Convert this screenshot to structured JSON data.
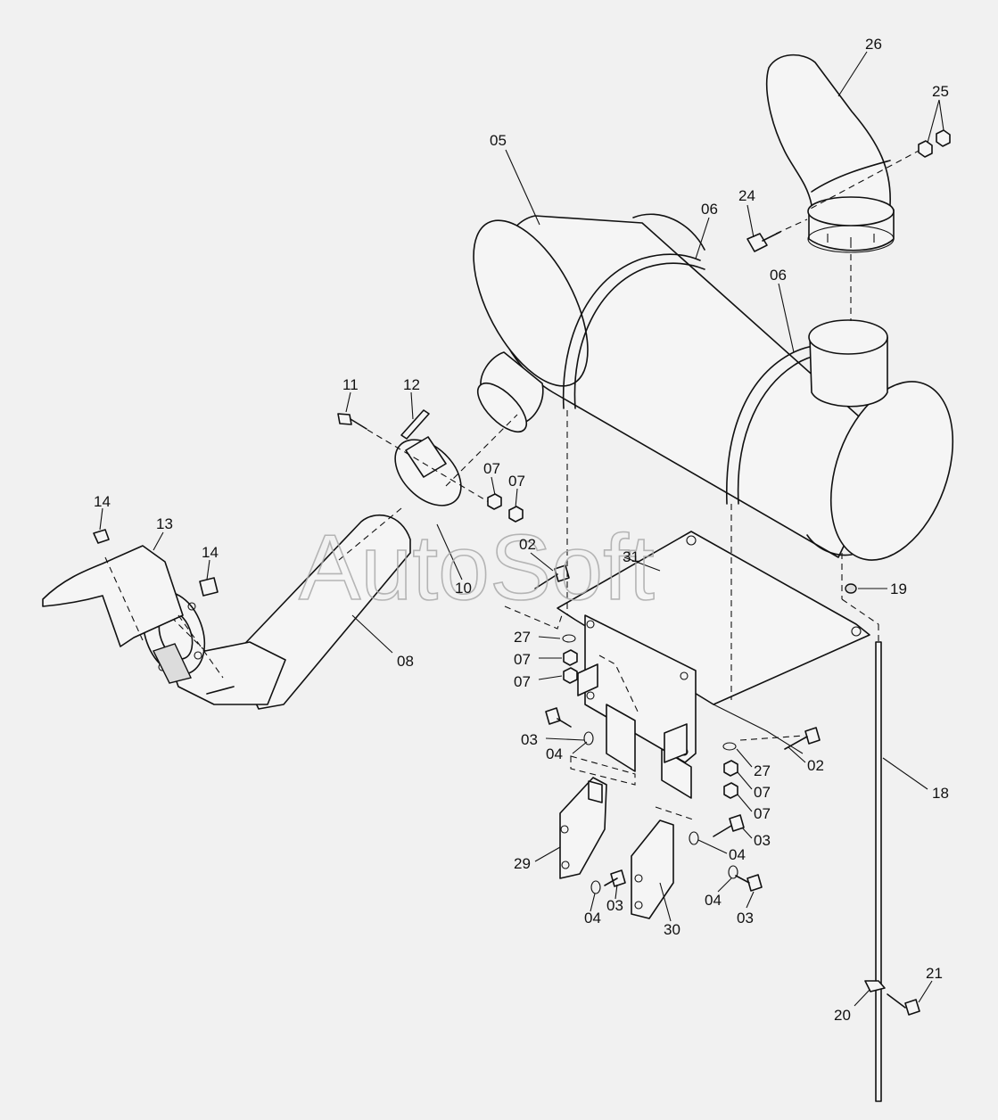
{
  "watermark": "AutoSoft",
  "labels": {
    "p26": "26",
    "p25": "25",
    "p05": "05",
    "p06a": "06",
    "p24": "24",
    "p06b": "06",
    "p11": "11",
    "p12": "12",
    "p07a": "07",
    "p07b": "07",
    "p14a": "14",
    "p13": "13",
    "p14b": "14",
    "p02a": "02",
    "p31": "31",
    "p10": "10",
    "p19": "19",
    "p27a": "27",
    "p07c": "07",
    "p07d": "07",
    "p08": "08",
    "p03a": "03",
    "p04a": "04",
    "p02b": "02",
    "p27b": "27",
    "p07e": "07",
    "p07f": "07",
    "p18": "18",
    "p03b": "03",
    "p04b": "04",
    "p29": "29",
    "p04c": "04",
    "p03c": "03",
    "p04d": "04",
    "p03d": "03",
    "p30": "30",
    "p21": "21",
    "p20": "20"
  }
}
